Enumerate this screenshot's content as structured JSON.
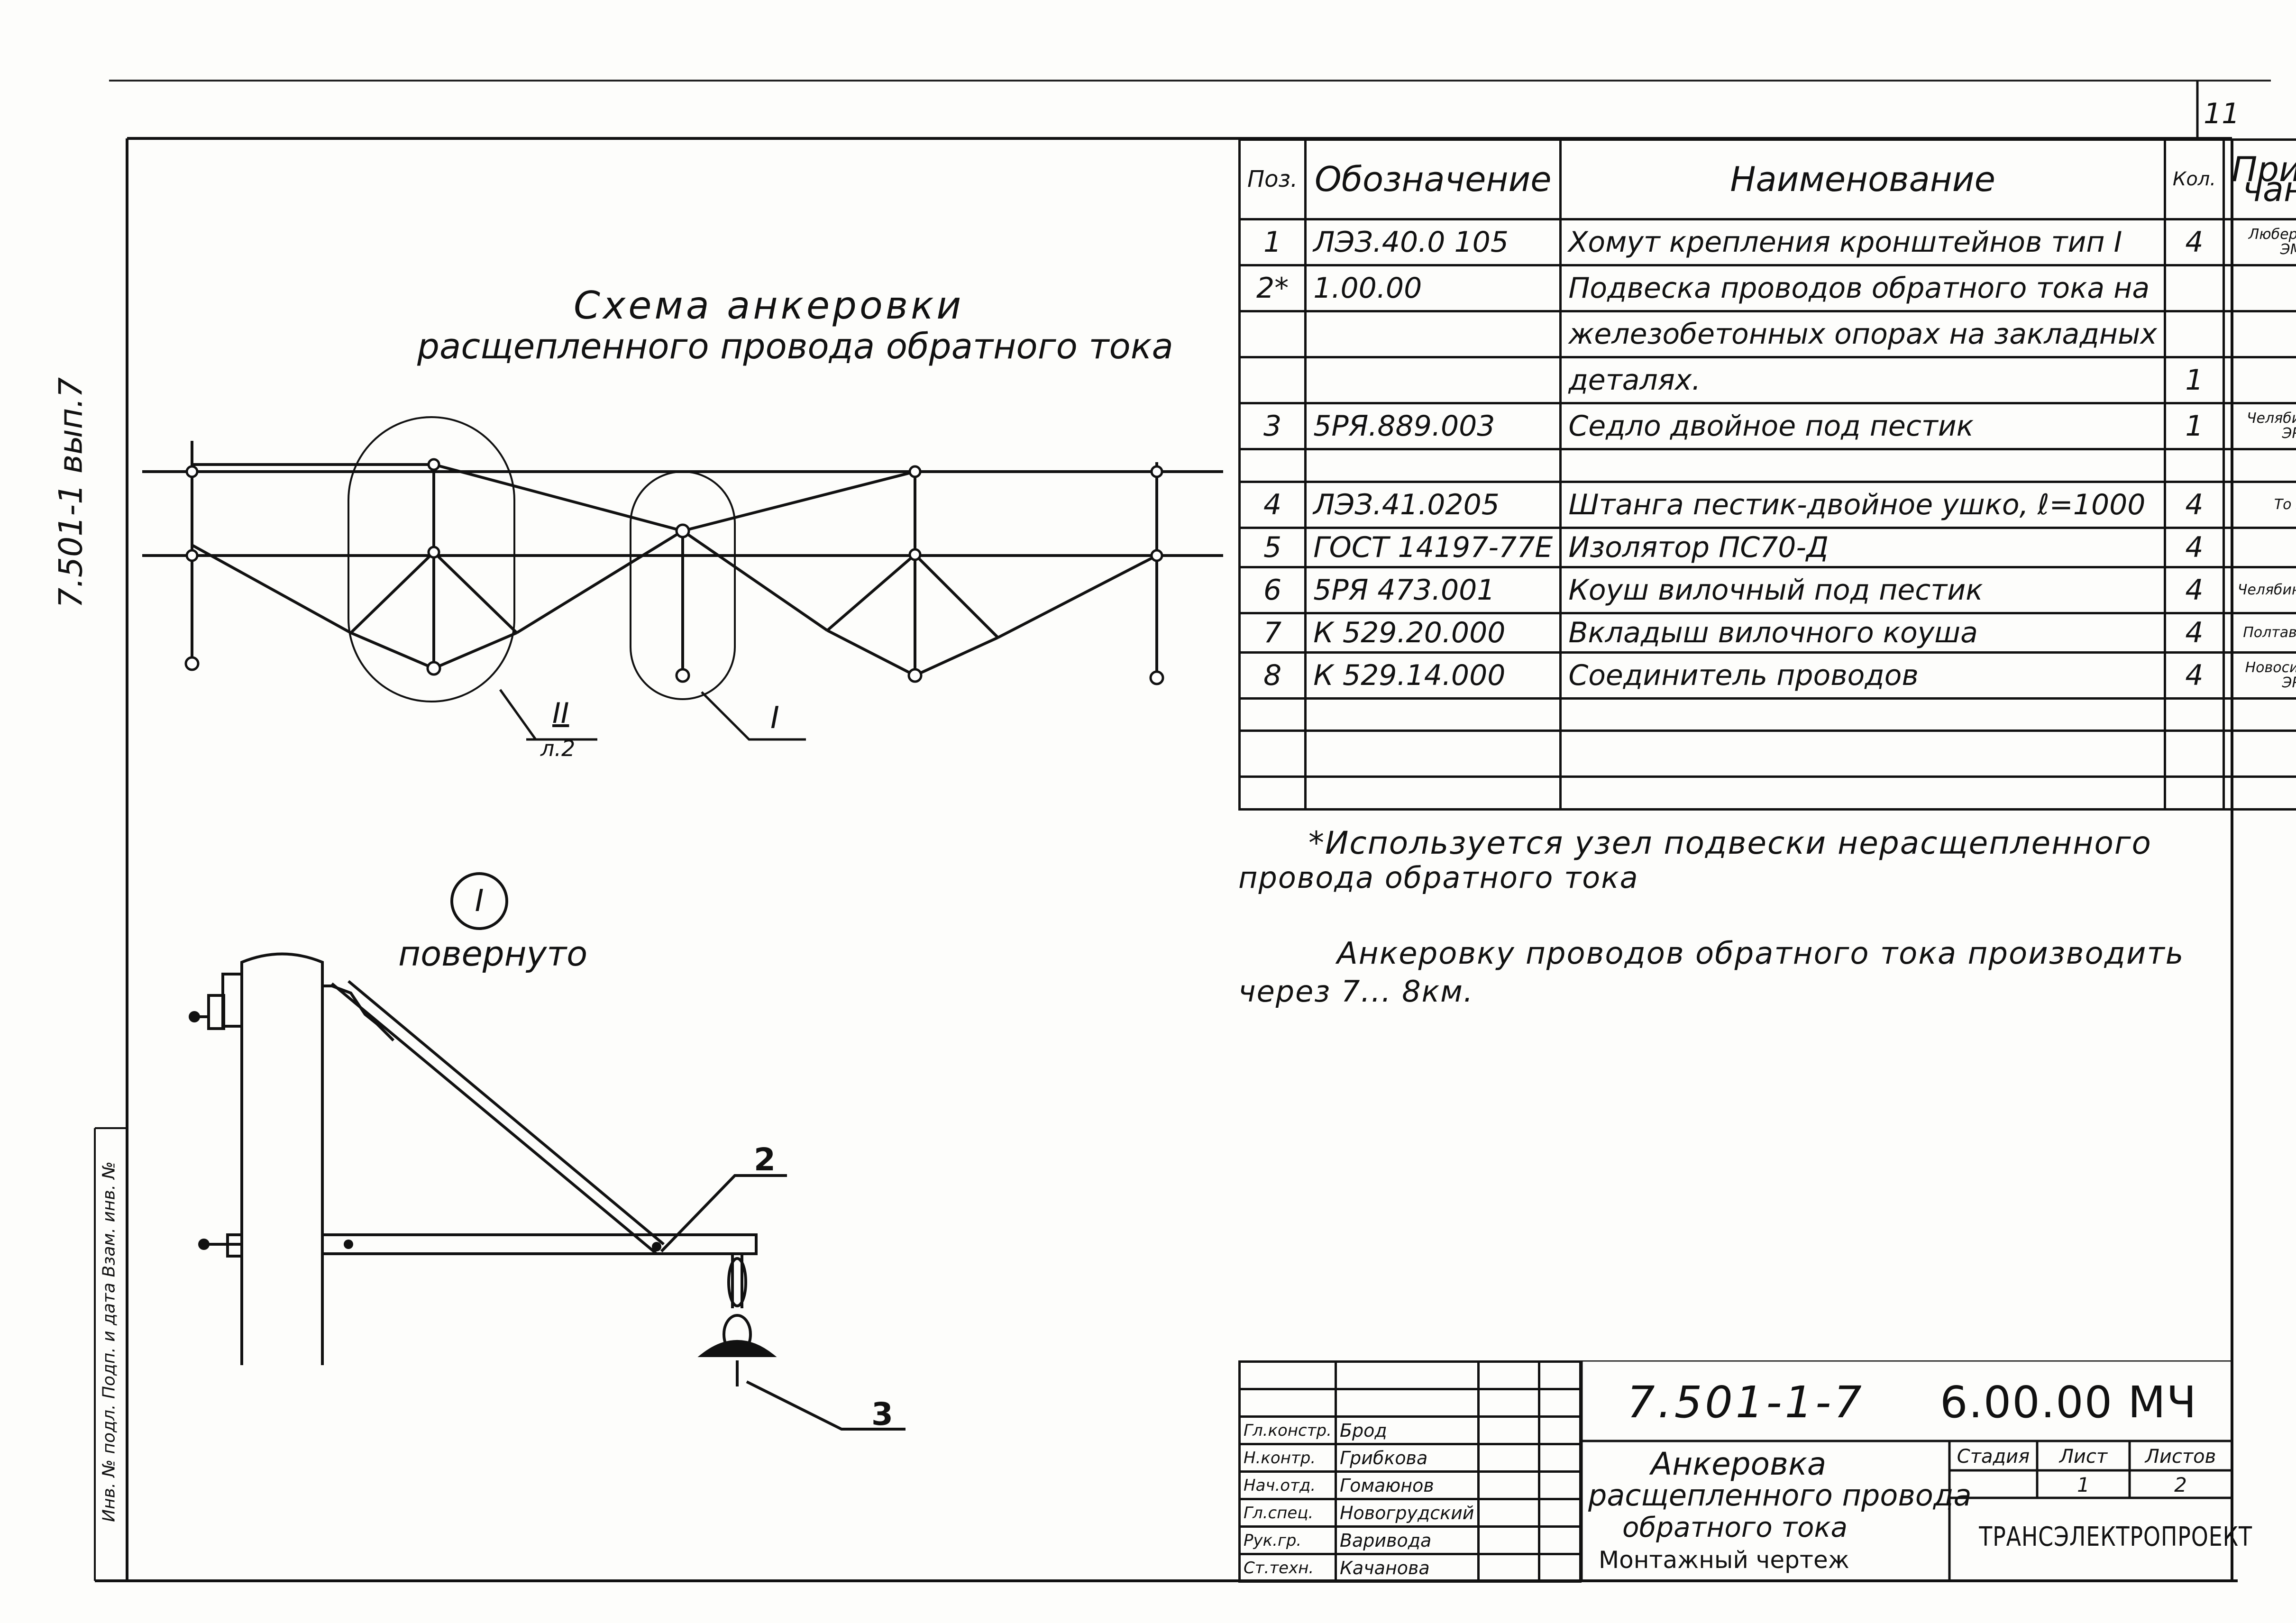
{
  "sheet": {
    "number": "11",
    "side_label": "7.501-1 вып.7",
    "inventory_label": "Инв. № подл. Подп. и дата Взам. инв. №"
  },
  "scheme": {
    "title_line1": "Схема анкеровки",
    "title_line2": "расщепленного провода обратного тока",
    "callout_ii": "II",
    "callout_ii_sheet": "л.2",
    "callout_i": "I"
  },
  "detail": {
    "marker": "I",
    "caption": "повернуто",
    "pos_2": "2",
    "pos_3": "3"
  },
  "spec_table": {
    "headers": [
      "Поз.",
      "Обозначение",
      "Наименование",
      "Кол.",
      "Приме-чание"
    ],
    "rows": [
      {
        "pos": "1",
        "code": "ЛЭЗ.40.0 105",
        "name": "Хомут крепления кронштейнов тип I",
        "qty": "4",
        "note": "Люберецкий ЭМЗ"
      },
      {
        "pos": "2*",
        "code": "1.00.00",
        "name": "Подвеска проводов обратного тока на",
        "qty": "",
        "note": ""
      },
      {
        "pos": "",
        "code": "",
        "name": "железобетонных опорах на закладных",
        "qty": "",
        "note": ""
      },
      {
        "pos": "",
        "code": "",
        "name": "деталях.",
        "qty": "1",
        "note": ""
      },
      {
        "pos": "3",
        "code": "5РЯ.889.003",
        "name": "Седло двойное под пестик",
        "qty": "1",
        "note": "Челябинский ЭРЗ"
      },
      {
        "pos": "",
        "code": "",
        "name": "",
        "qty": "",
        "note": ""
      },
      {
        "pos": "4",
        "code": "ЛЭЗ.41.0205",
        "name": "Штанга пестик-двойное ушко, ℓ=1000",
        "qty": "4",
        "note": "То же"
      },
      {
        "pos": "5",
        "code": "ГОСТ 14197-77Е",
        "name": "Изолятор ПС70-Д",
        "qty": "4",
        "note": ""
      },
      {
        "pos": "6",
        "code": "5РЯ 473.001",
        "name": "Коуш вилочный под пестик",
        "qty": "4",
        "note": "Челябинск. ЭРЗ"
      },
      {
        "pos": "7",
        "code": "К 529.20.000",
        "name": "Вкладыш вилочного коуша",
        "qty": "4",
        "note": "Полтавск. ТРЗ"
      },
      {
        "pos": "8",
        "code": "К 529.14.000",
        "name": "Соединитель проводов",
        "qty": "4",
        "note": "Новосибирск. ЭРЗ"
      },
      {
        "pos": "",
        "code": "",
        "name": "",
        "qty": "",
        "note": ""
      },
      {
        "pos": "",
        "code": "",
        "name": "",
        "qty": "",
        "note": ""
      },
      {
        "pos": "",
        "code": "",
        "name": "",
        "qty": "",
        "note": ""
      }
    ]
  },
  "notes": {
    "note1_line1": "*Используется узел подвески нерасщепленного",
    "note1_line2": "провода обратного тока",
    "note2_line1": "Анкеровку проводов обратного тока производить",
    "note2_line2": "через 7... 8км."
  },
  "title_block": {
    "doc_code": "7.501-1-7",
    "doc_suffix": "6.00.00 МЧ",
    "title_line1": "Анкеровка",
    "title_line2": "расщепленного провода",
    "title_line3": "обратного тока",
    "title_line4": "Монтажный чертеж",
    "stage_header": "Стадия",
    "sheet_header": "Лист",
    "sheets_header": "Листов",
    "stage_value": "",
    "sheet_value": "1",
    "sheets_value": "2",
    "organization": "ТРАНСЭЛЕКТРОПРОЕКТ",
    "signatures": [
      {
        "role": "Гл.констр.",
        "name": "Брод"
      },
      {
        "role": "Н.контр.",
        "name": "Грибкова"
      },
      {
        "role": "Нач.отд.",
        "name": "Гомаюнов"
      },
      {
        "role": "Гл.спец.",
        "name": "Новогрудский"
      },
      {
        "role": "Рук.гр.",
        "name": "Варивода"
      },
      {
        "role": "Ст.техн.",
        "name": "Качанова"
      }
    ]
  }
}
